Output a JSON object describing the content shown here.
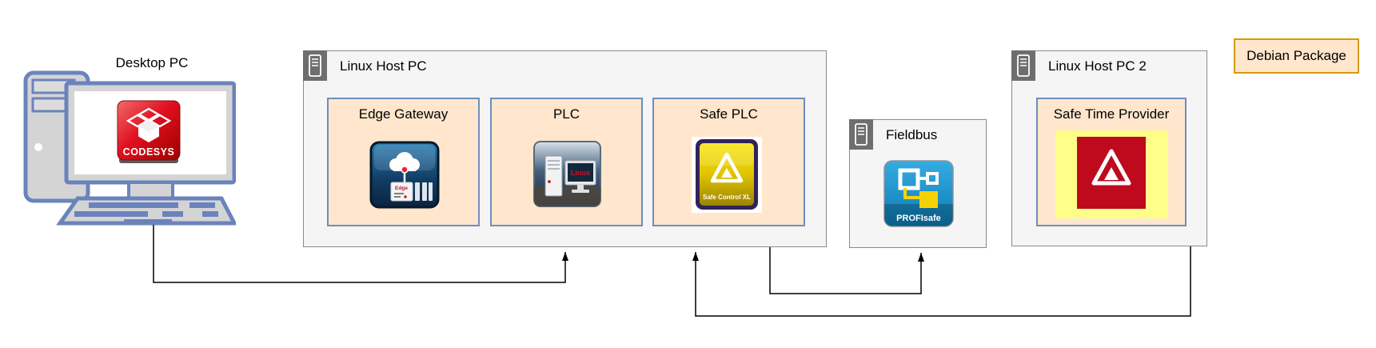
{
  "desktop_pc": {
    "label": "Desktop PC",
    "logo_text": "CODESYS"
  },
  "linux_host_pc": {
    "label": "Linux Host PC",
    "nodes": [
      {
        "label": "Edge Gateway",
        "icon_text": "Edge"
      },
      {
        "label": "PLC",
        "icon_text": "Linux"
      },
      {
        "label": "Safe PLC",
        "icon_text": "Safe Control XL"
      }
    ]
  },
  "fieldbus": {
    "label": "Fieldbus",
    "icon_text": "PROFIsafe"
  },
  "linux_host_pc_2": {
    "label": "Linux Host PC 2",
    "nodes": [
      {
        "label": "Safe Time Provider"
      }
    ]
  },
  "debian_package": {
    "label": "Debian Package"
  },
  "colors": {
    "node_fill": "#ffe6cc",
    "node_border": "#6c8ebf",
    "container_fill": "#f5f5f5",
    "container_border": "#8a8a8a",
    "container_icon_bg": "#6e6e6e",
    "debian_border": "#d79b00",
    "connector": "#000000",
    "desktop_accent": "#6b83bd",
    "codesys_red": "#d1192e",
    "profisafe_blue": "#1289c4",
    "safety_yellow": "#f0d500",
    "safety_red": "#bf0a1e"
  }
}
